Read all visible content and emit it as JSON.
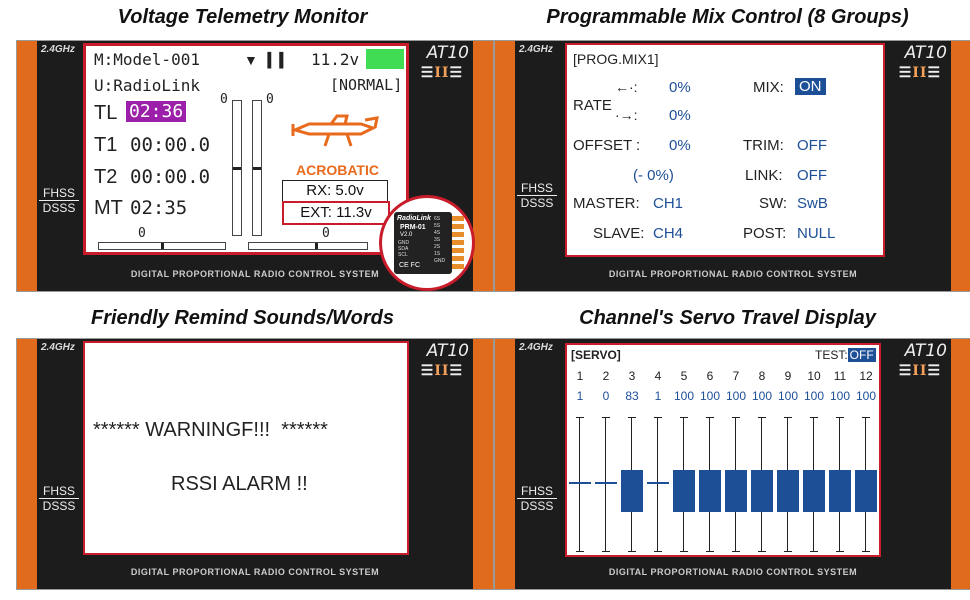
{
  "titles": {
    "voltage": "Voltage Telemetry Monitor",
    "mix": "Programmable Mix Control (8 Groups)",
    "remind": "Friendly Remind Sounds/Words",
    "servo": "Channel's Servo Travel Display"
  },
  "frame": {
    "ghz": "2.4GHz",
    "fhss": "FHSS",
    "dsss": "DSSS",
    "model_badge": "AT10",
    "roman": "II",
    "footer": "DIGITAL PROPORTIONAL RADIO CONTROL SYSTEM"
  },
  "voltage_screen": {
    "model": "M:Model-001",
    "user": "U:RadioLink",
    "tx_voltage": "11.2v",
    "mode": "[NORMAL]",
    "tl_label": "TL",
    "tl_value": "02:36",
    "t1_label": "T1",
    "t1_value": "00:00.0",
    "t2_label": "T2",
    "t2_value": "00:00.0",
    "mt_label": "MT",
    "mt_value": "02:35",
    "trim_zero": "0",
    "aircraft_type": "ACROBATIC",
    "rx_voltage": "RX: 5.0v",
    "ext_voltage": "EXT: 11.3v",
    "receiver_brand": "RadioLink",
    "receiver_model": "PRM-01",
    "receiver_version": "V2.0",
    "receiver_pins": [
      "GND",
      "SDA",
      "SCL"
    ],
    "receiver_volts": [
      "6S",
      "5S",
      "4S",
      "3S",
      "2S",
      "1S"
    ],
    "receiver_gnd": "GND"
  },
  "mix_screen": {
    "header": "[PROG.MIX1]",
    "rate_label": "RATE",
    "rate_up": "0%",
    "rate_down": "0%",
    "mix_label": "MIX:",
    "mix_value": "ON",
    "offset_label": "OFFSET :",
    "offset_value": "0%",
    "offset_sub": "(-  0%)",
    "trim_label": "TRIM:",
    "trim_value": "OFF",
    "link_label": "LINK:",
    "link_value": "OFF",
    "master_label": "MASTER:",
    "master_value": "CH1",
    "sw_label": "SW:",
    "sw_value": "SwB",
    "slave_label": "SLAVE:",
    "slave_value": "CH4",
    "post_label": "POST:",
    "post_value": "NULL"
  },
  "remind_screen": {
    "stars_left": "******",
    "warning": "WARNINGF!!!",
    "stars_right": "******",
    "alarm": "RSSI ALARM !!"
  },
  "servo_screen": {
    "header": "[SERVO]",
    "test_label": "TEST:",
    "test_value": "OFF",
    "channels": [
      "1",
      "2",
      "3",
      "4",
      "5",
      "6",
      "7",
      "8",
      "9",
      "10",
      "11",
      "12"
    ],
    "values_text": [
      "1",
      "0",
      "83",
      "1",
      "100",
      "100",
      "100",
      "100",
      "100",
      "100",
      "100",
      "100"
    ],
    "values": [
      1,
      0,
      83,
      1,
      100,
      100,
      100,
      100,
      100,
      100,
      100,
      100
    ]
  },
  "colors": {
    "frame_orange": "#e06b1c",
    "screen_border": "#c81c2a",
    "lcd_blue": "#1d4f96",
    "timer_highlight": "#9b1fa8",
    "battery_green": "#3fdc54"
  }
}
